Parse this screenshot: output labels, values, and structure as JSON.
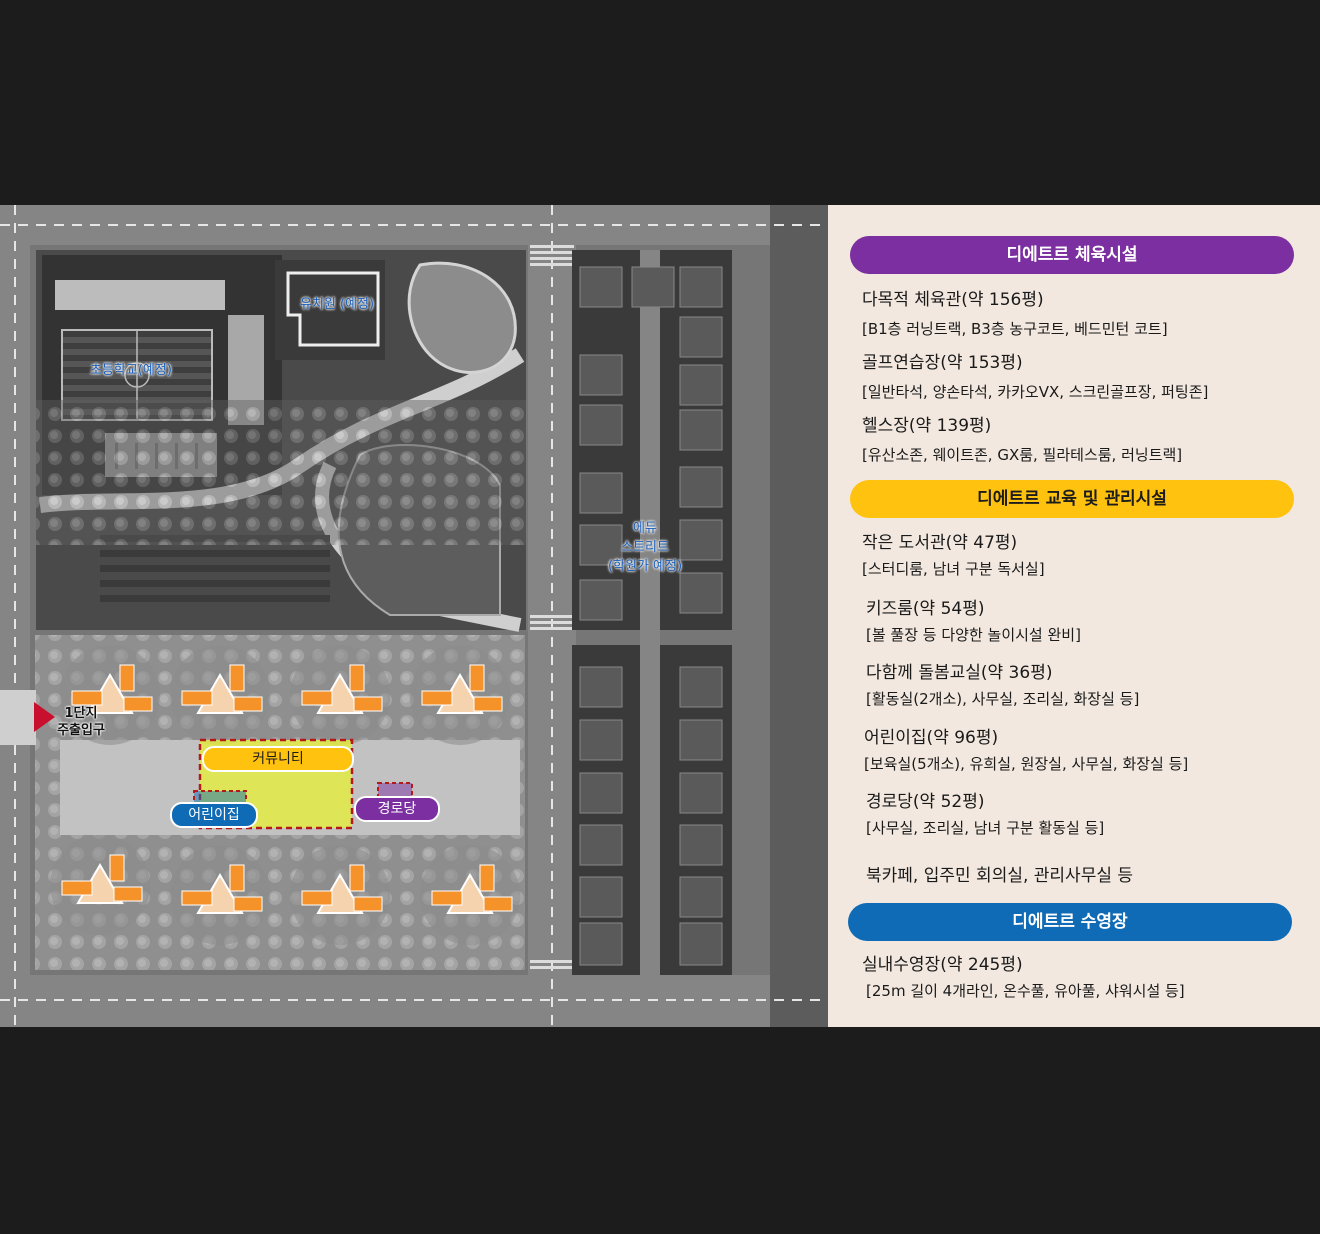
{
  "colors": {
    "purple": "#7b2fa0",
    "yellow": "#ffc20e",
    "blue": "#0f6bb6",
    "panel_bg": "#f2e8df",
    "entrance_red": "#c8102e",
    "building_orange": "#f5922a"
  },
  "map": {
    "labels": {
      "kindergarten": "유치원 (예정)",
      "elementary": "초등학교(예정)",
      "edu_street": [
        "에듀",
        "스트리트",
        "(학원가 예정)"
      ],
      "entrance": [
        "1단지",
        "주출입구"
      ],
      "community": "커뮤니티",
      "daycare": "어린이집",
      "senior": "경로당"
    },
    "icons": [
      "entrance-arrow-icon"
    ]
  },
  "panel": {
    "sections": [
      {
        "title": "디에트르 체육시설",
        "color": "purple",
        "items": [
          {
            "title": "다목적 체육관(약 156평)",
            "detail": "[B1층 러닝트랙, B3층 농구코트, 베드민턴 코트]"
          },
          {
            "title": "골프연습장(약 153평)",
            "detail": "[일반타석, 양손타석, 카카오VX, 스크린골프장, 퍼팅존]"
          },
          {
            "title": "헬스장(약 139평)",
            "detail": "[유산소존, 웨이트존, GX룸, 필라테스룸, 러닝트랙]"
          }
        ]
      },
      {
        "title": "디에트르 교육 및 관리시설",
        "color": "yellow",
        "items": [
          {
            "title": "작은 도서관(약 47평)",
            "detail": "[스터디룸, 남녀 구분 독서실]"
          },
          {
            "title": "키즈룸(약 54평)",
            "detail": "[볼 풀장 등 다양한 놀이시설 완비]"
          },
          {
            "title": "다함께 돌봄교실(약 36평)",
            "detail": "[활동실(2개소), 사무실, 조리실, 화장실 등]"
          },
          {
            "title": "어린이집(약 96평)",
            "detail": "[보육실(5개소), 유희실, 원장실, 사무실, 화장실 등]"
          },
          {
            "title": "경로당(약 52평)",
            "detail": "[사무실, 조리실, 남녀 구분 활동실 등]"
          },
          {
            "title": "북카페, 입주민 회의실, 관리사무실 등",
            "detail": ""
          }
        ]
      },
      {
        "title": "디에트르 수영장",
        "color": "blue",
        "items": [
          {
            "title": "실내수영장(약 245평)",
            "detail": "[25m 길이 4개라인, 온수풀, 유아풀, 샤워시설 등]"
          }
        ]
      }
    ]
  }
}
